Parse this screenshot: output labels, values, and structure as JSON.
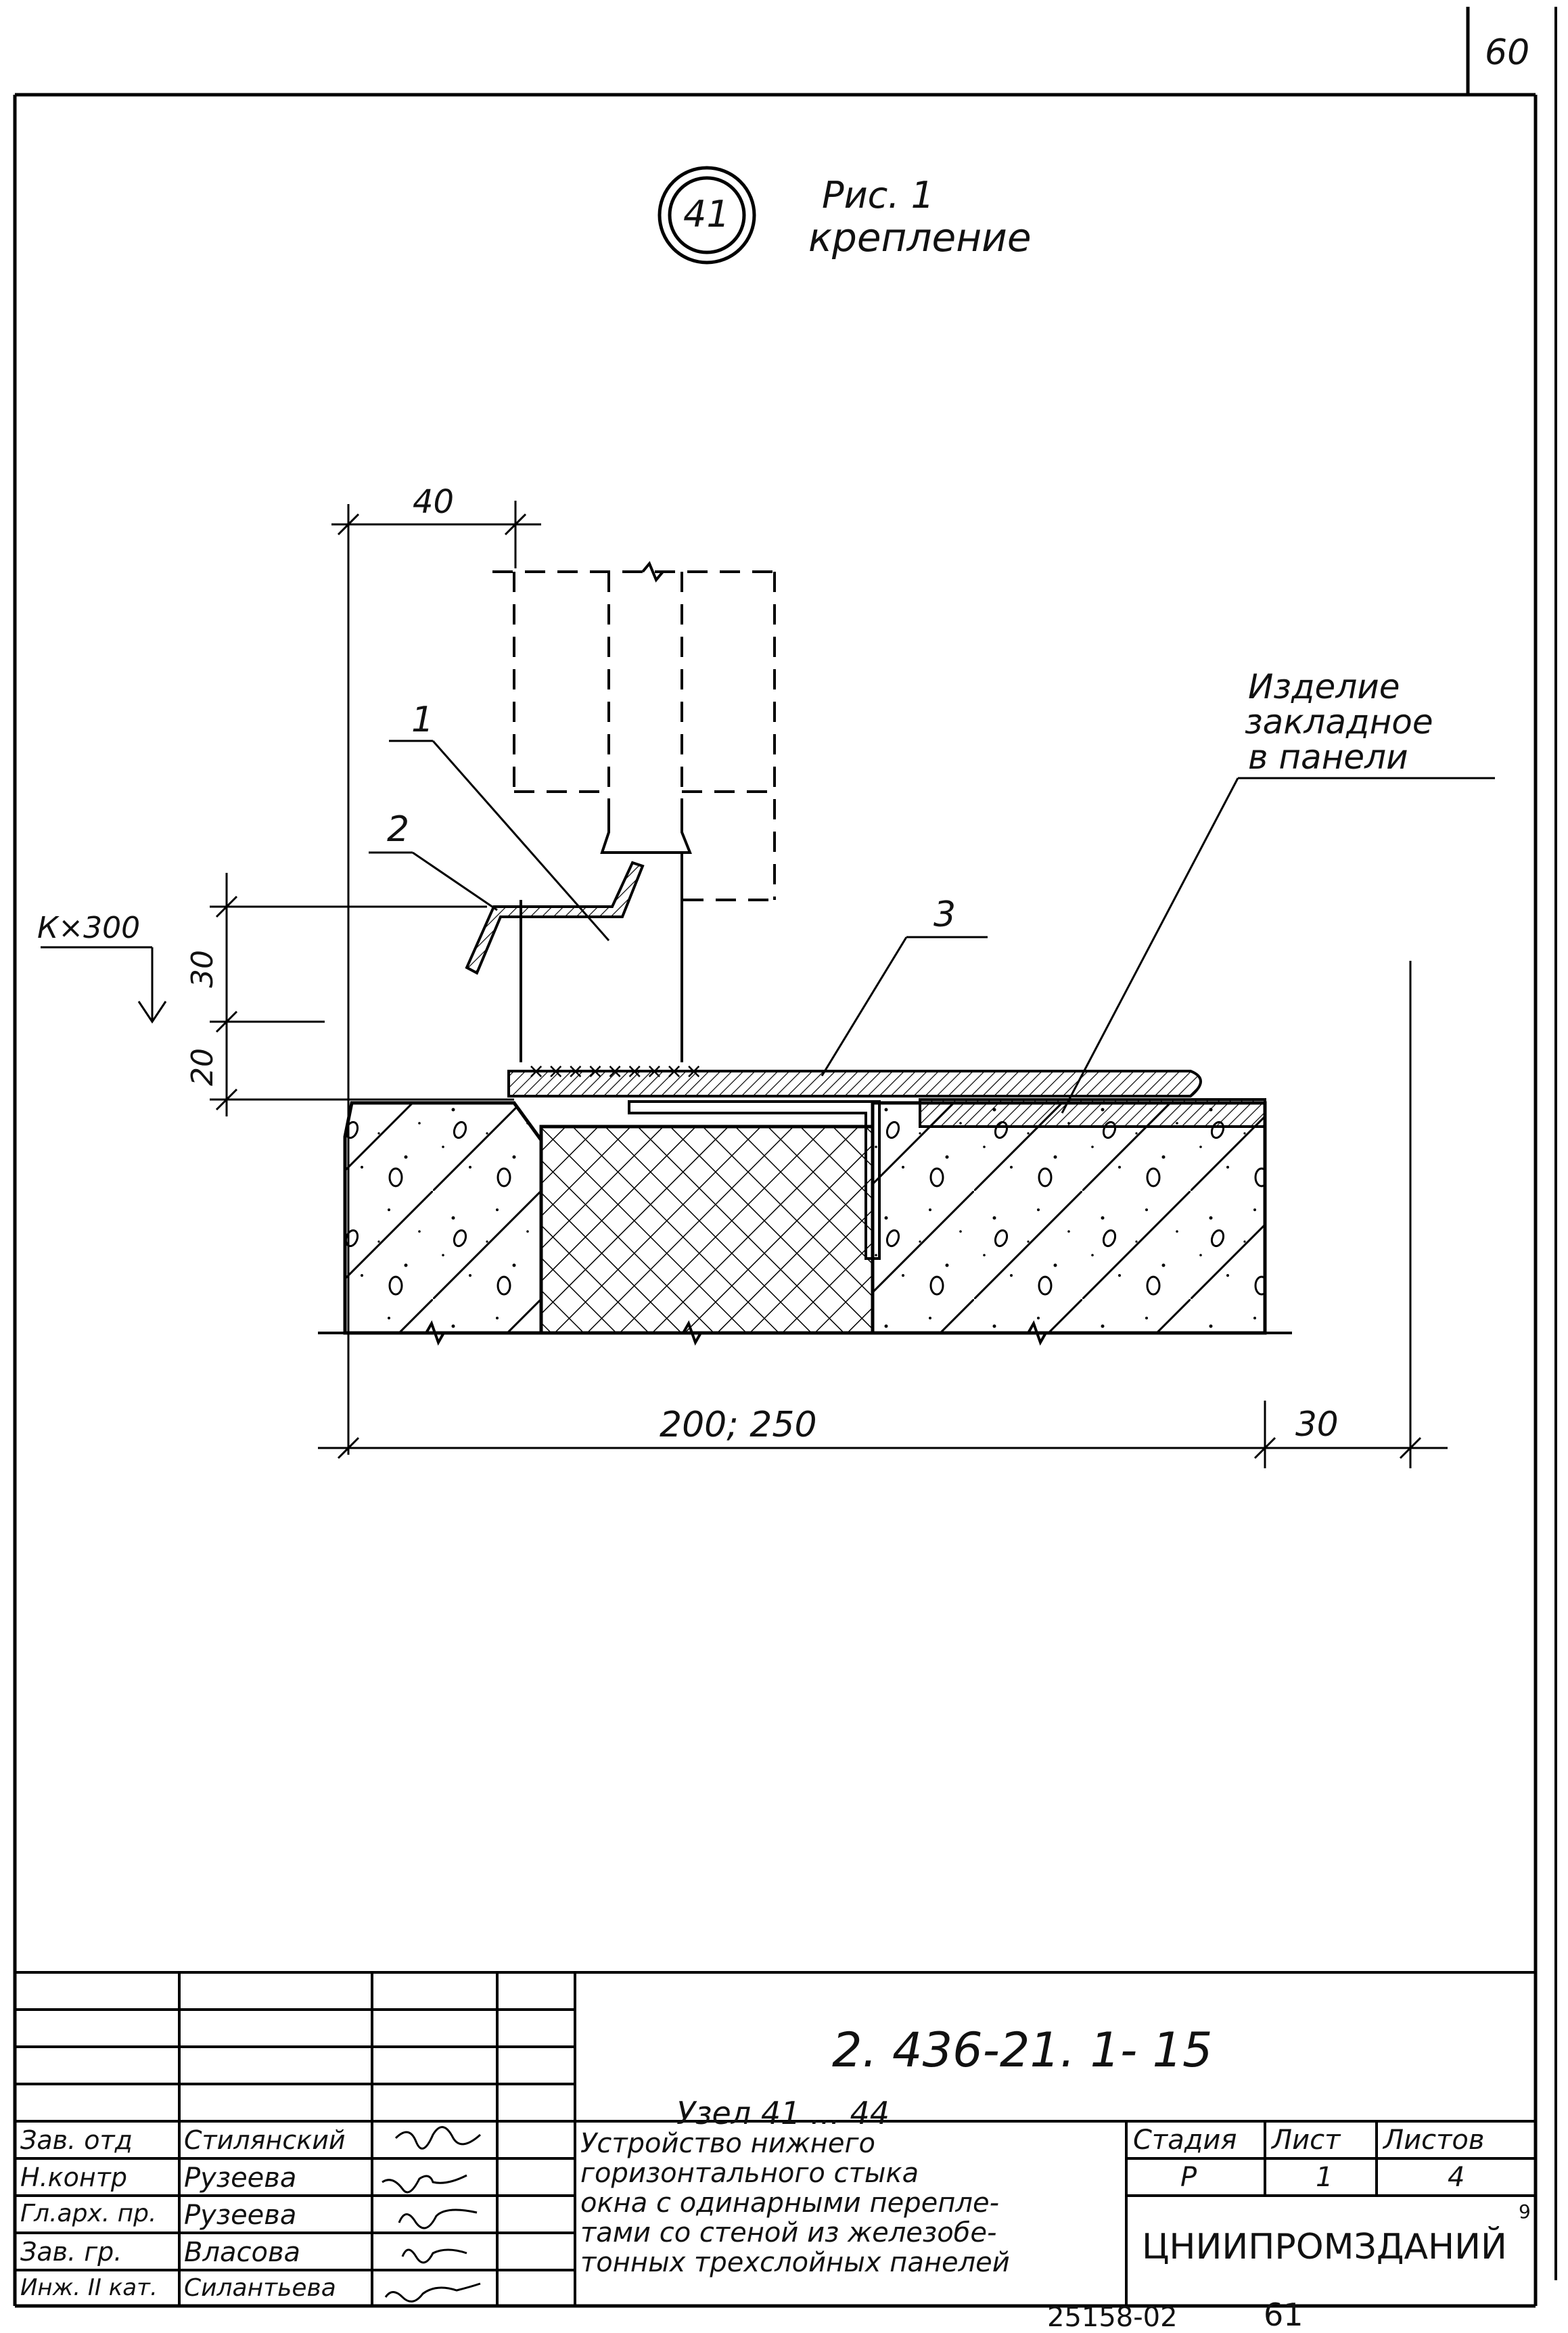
{
  "sheet": {
    "corner_number": "60",
    "bottom_code": "25158-02",
    "bottom_page": "61"
  },
  "detail": {
    "marker": "41",
    "caption_line1": "Рис. 1",
    "caption_line2": "крепление"
  },
  "labels": {
    "item1": "1",
    "item2": "2",
    "item3": "3",
    "embedded_line1": "Изделие",
    "embedded_line2": "закладное",
    "embedded_line3": "в панели"
  },
  "dims": {
    "top_width": "40",
    "step": "К×300",
    "d30": "30",
    "d20": "20",
    "bottom_width": "200; 250",
    "right_offset": "30"
  },
  "title_block": {
    "doc_code": "2. 436-21. 1- 15",
    "roles": [
      "Зав. отд",
      "Н.контр",
      "Гл.арх. пр.",
      "Зав. гр.",
      "Инж. II кат."
    ],
    "names": [
      "Стилянский",
      "Рузеева",
      "Рузеева",
      "Власова",
      "Силантьева"
    ],
    "title_lines": [
      "Узел 41 ... 44",
      "Устройство нижнего",
      "горизонтального стыка",
      "окна с одинарными перепле-",
      "тами со стеной из железобе-",
      "тонных трехслойных панелей"
    ],
    "stage_header": "Стадия",
    "sheet_header": "Лист",
    "sheets_header": "Листов",
    "stage": "Р",
    "sheet": "1",
    "sheets": "4",
    "org": "ЦНИИПРОМЗДАНИЙ",
    "org_sup": "9"
  }
}
